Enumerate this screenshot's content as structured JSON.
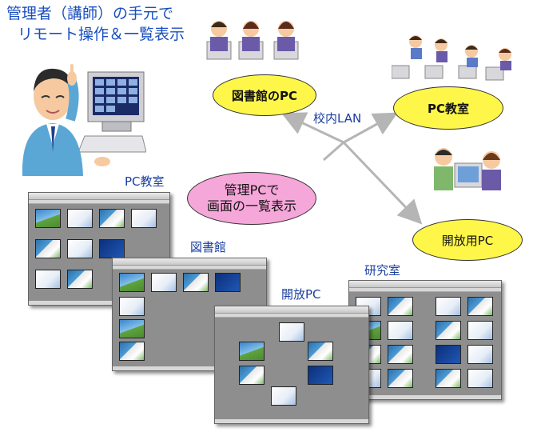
{
  "title": {
    "line1": "管理者（講師）の手元で",
    "line2": "リモート操作＆一覧表示"
  },
  "nodes": {
    "library_pc": "図書館のPC",
    "pc_room": "PC教室",
    "open_pc": "開放用PC",
    "admin_pc_line1": "管理PCで",
    "admin_pc_line2": "画面の一覧表示"
  },
  "network_label": "校内LAN",
  "window_labels": {
    "pc_room": "PC教室",
    "library": "図書館",
    "open_pc": "開放PC",
    "lab": "研究室"
  },
  "colors": {
    "title_text": "#1a4fc0",
    "yellow_node": "#fff64a",
    "pink_node": "#f6a7d9",
    "arrow": "#b5b5b5"
  }
}
